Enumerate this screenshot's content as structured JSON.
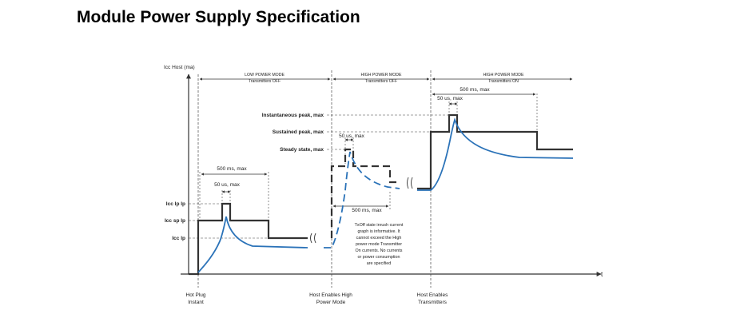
{
  "title": "Module Power Supply Specification",
  "diagram": {
    "y_axis_label": "Icc Host (ma)",
    "x_axis_label": "t",
    "modes": [
      {
        "name": "LOW POWER MODE",
        "sub": "Transmitters OFF"
      },
      {
        "name": "HIGH POWER MODE",
        "sub": "Transmitters OFF"
      },
      {
        "name": "HIGH POWER MODE",
        "sub": "Transmitters ON"
      }
    ],
    "levels_low": [
      "Icc lp lp",
      "Icc sp lp",
      "Icc lp"
    ],
    "levels_high": [
      "Instantaneous peak, max",
      "Sustained peak, max",
      "Steady state, max"
    ],
    "durations": {
      "low_500": "500 ms, max",
      "low_50": "50 us, max",
      "mid_50": "50 us, max",
      "mid_500": "500 ms, max",
      "high_500": "500 ms, max",
      "high_50": "50 us, max"
    },
    "note_lines": [
      "TxOff state inrush current",
      "graph is informative. It",
      "cannot exceed the High",
      "power mode Transmitter",
      "On currents. No currents",
      "or power consumption",
      "are specified"
    ],
    "events": [
      {
        "line1": "Hot Plug",
        "line2": "Instant"
      },
      {
        "line1": "Host Enables High",
        "line2": "Power Mode"
      },
      {
        "line1": "Host Enables",
        "line2": "Transmitters"
      }
    ],
    "colors": {
      "limit": "#333333",
      "current": "#2a72b8"
    }
  }
}
